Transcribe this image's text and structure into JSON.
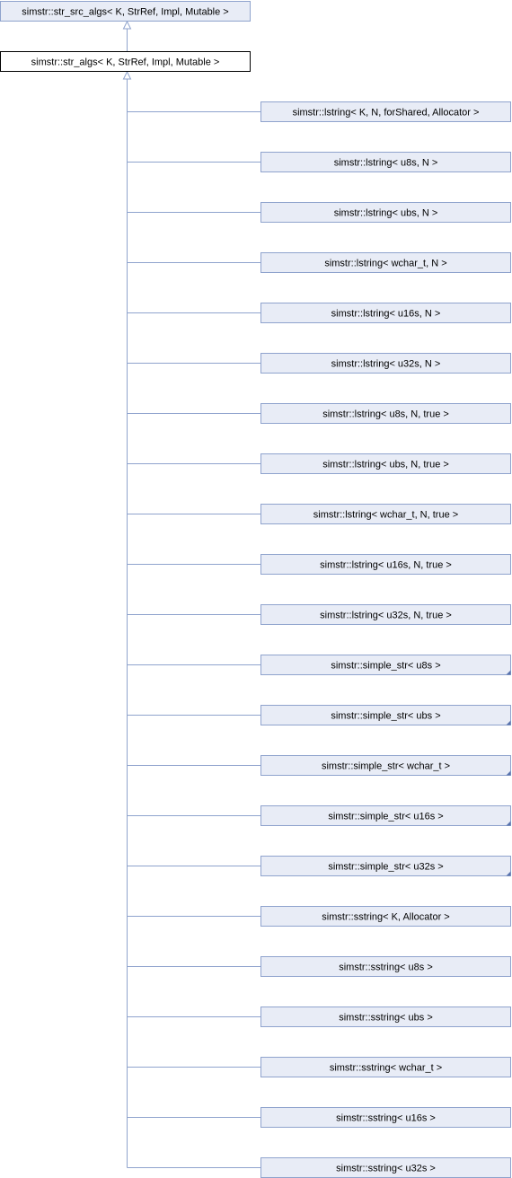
{
  "diagram": {
    "root": {
      "label": "simstr::str_src_algs< K, StrRef, Impl, Mutable >"
    },
    "current": {
      "label": "simstr::str_algs< K, StrRef, Impl, Mutable >"
    },
    "children": [
      {
        "label": "simstr::lstring< K, N, forShared, Allocator >",
        "has_more": false
      },
      {
        "label": "simstr::lstring< u8s, N >",
        "has_more": false
      },
      {
        "label": "simstr::lstring< ubs, N >",
        "has_more": false
      },
      {
        "label": "simstr::lstring< wchar_t, N >",
        "has_more": false
      },
      {
        "label": "simstr::lstring< u16s, N >",
        "has_more": false
      },
      {
        "label": "simstr::lstring< u32s, N >",
        "has_more": false
      },
      {
        "label": "simstr::lstring< u8s, N, true >",
        "has_more": false
      },
      {
        "label": "simstr::lstring< ubs, N, true >",
        "has_more": false
      },
      {
        "label": "simstr::lstring< wchar_t, N, true >",
        "has_more": false
      },
      {
        "label": "simstr::lstring< u16s, N, true >",
        "has_more": false
      },
      {
        "label": "simstr::lstring< u32s, N, true >",
        "has_more": false
      },
      {
        "label": "simstr::simple_str< u8s >",
        "has_more": true
      },
      {
        "label": "simstr::simple_str< ubs >",
        "has_more": true
      },
      {
        "label": "simstr::simple_str< wchar_t >",
        "has_more": true
      },
      {
        "label": "simstr::simple_str< u16s >",
        "has_more": true
      },
      {
        "label": "simstr::simple_str< u32s >",
        "has_more": true
      },
      {
        "label": "simstr::sstring< K, Allocator >",
        "has_more": false
      },
      {
        "label": "simstr::sstring< u8s >",
        "has_more": false
      },
      {
        "label": "simstr::sstring< ubs >",
        "has_more": false
      },
      {
        "label": "simstr::sstring< wchar_t >",
        "has_more": false
      },
      {
        "label": "simstr::sstring< u16s >",
        "has_more": false
      },
      {
        "label": "simstr::sstring< u32s >",
        "has_more": false
      }
    ]
  }
}
